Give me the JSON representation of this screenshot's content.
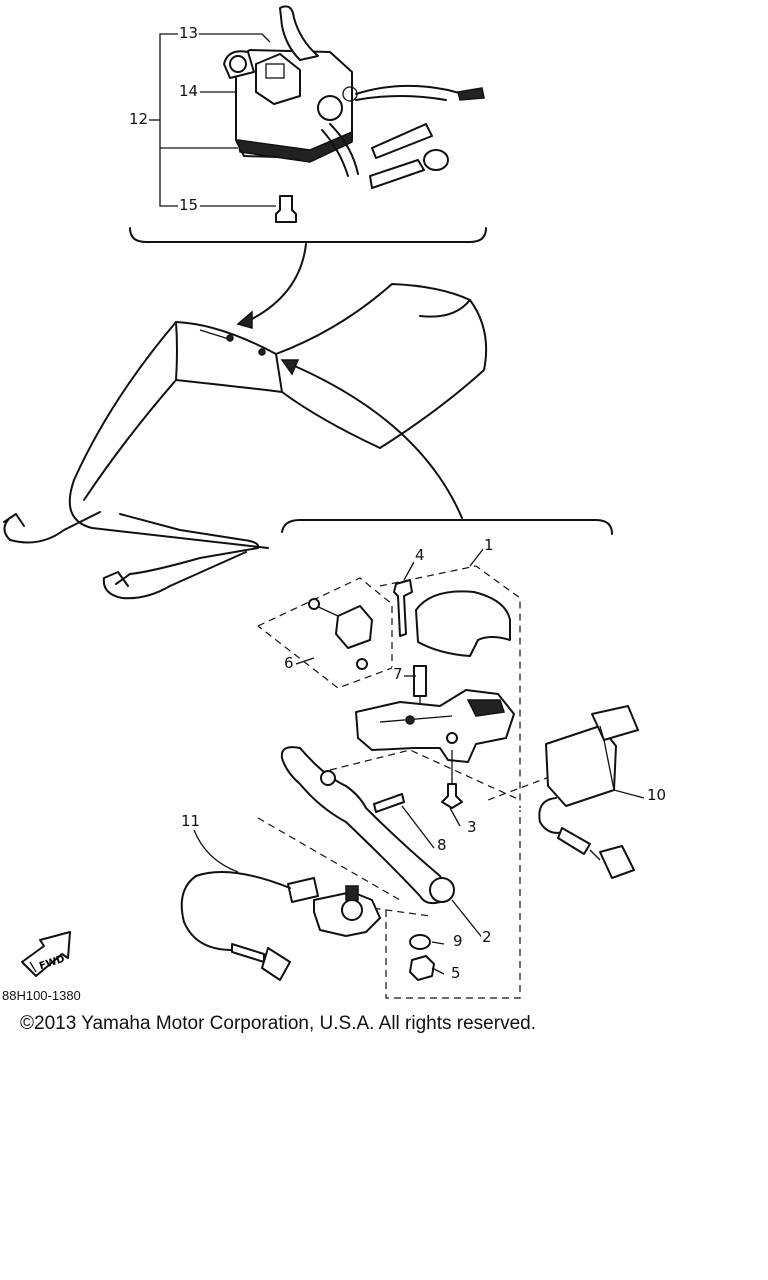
{
  "callouts": {
    "c1": "1",
    "c2": "2",
    "c3": "3",
    "c4": "4",
    "c5": "5",
    "c6": "6",
    "c7": "7",
    "c8": "8",
    "c9": "9",
    "c10": "10",
    "c11": "11",
    "c12": "12",
    "c13": "13",
    "c14": "14",
    "c15": "15"
  },
  "diagram_code": "88H100-1380",
  "fwd_label": "FWD",
  "copyright": "©2013 Yamaha Motor Corporation, U.S.A. All rights reserved."
}
